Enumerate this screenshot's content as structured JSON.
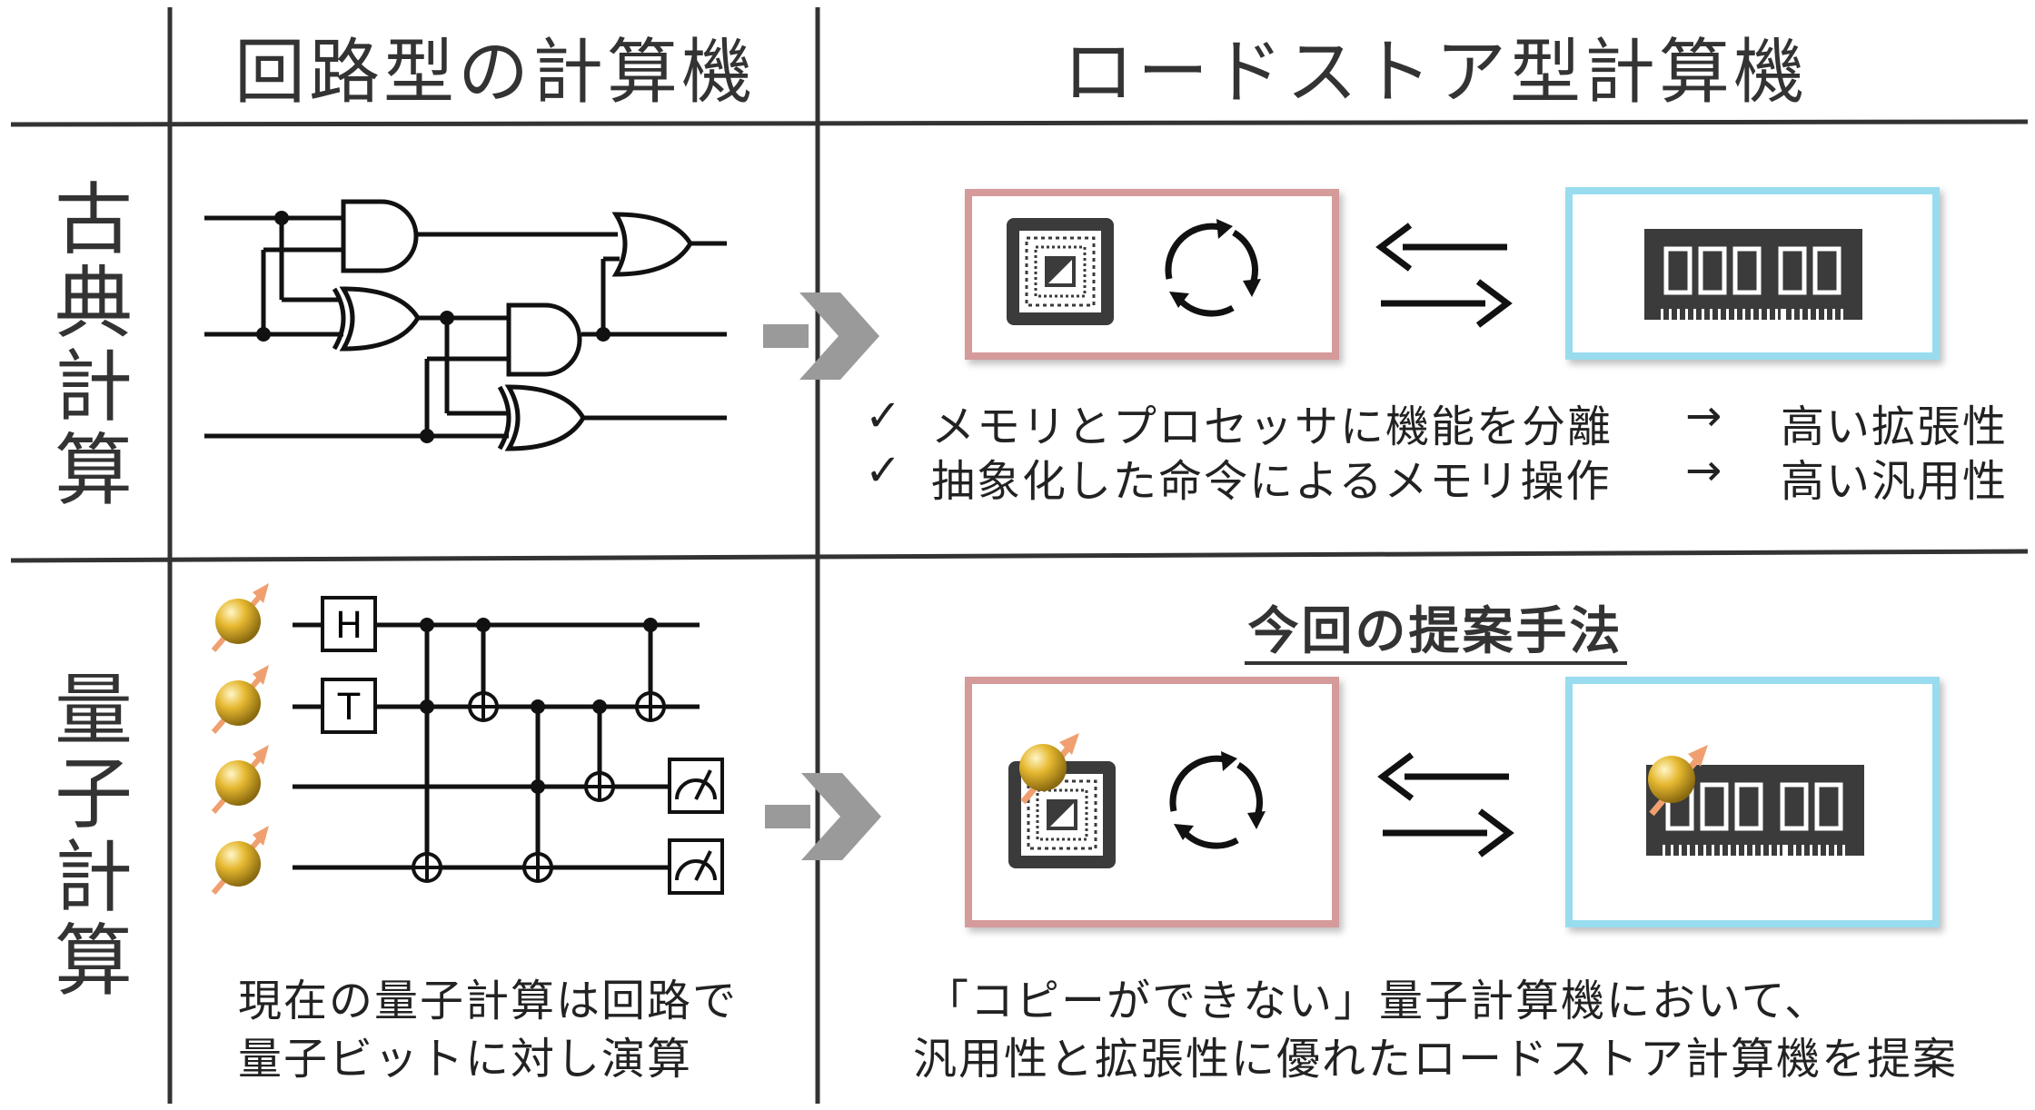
{
  "headers": {
    "circuit_model": "回路型の計算機",
    "load_store_model": "ロードストア型計算機"
  },
  "rows": {
    "classical": "古典計算",
    "quantum": "量子計算"
  },
  "gates": {
    "hadamard": "H",
    "t_gate": "T"
  },
  "classical_features": [
    {
      "check": "✓",
      "text": "メモリとプロセッサに機能を分離",
      "arrow": "→",
      "result": "高い拡張性"
    },
    {
      "check": "✓",
      "text": "抽象化した命令によるメモリ操作",
      "arrow": "→",
      "result": "高い汎用性"
    }
  ],
  "proposal_title": "今回の提案手法",
  "quantum_circuit_caption": [
    "現在の量子計算は回路で",
    "量子ビットに対し演算"
  ],
  "proposal_caption": [
    "「コピーができない」量子計算機において、",
    "汎用性と拡張性に優れたロードストア計算機を提案"
  ],
  "colors": {
    "processor_border": "#d59a9a",
    "memory_border": "#99dcef",
    "arrow_gray": "#9a9a9a",
    "chip_dark": "#3b3b3b",
    "qubit_gold": "#d8aa2a",
    "spin_arrow": "#f0a070"
  }
}
